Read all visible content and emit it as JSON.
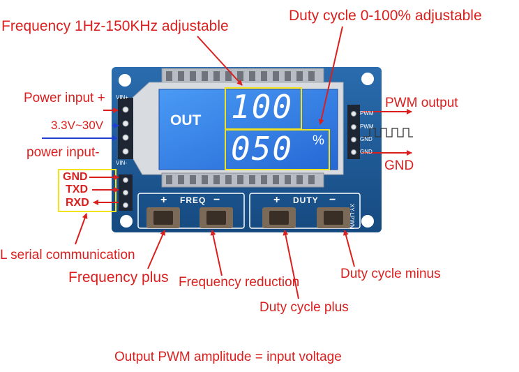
{
  "annotations": {
    "frequency_range": "Frequency 1Hz-150KHz adjustable",
    "duty_range": "Duty cycle 0-100% adjustable",
    "power_plus": "Power input +",
    "voltage_range": "3.3V~30V",
    "power_minus": "power input-",
    "pwm_output": "PWM output",
    "gnd_output": "GND",
    "pin_gnd": "GND",
    "pin_txd": "TXD",
    "pin_rxd": "RXD",
    "serial": "L serial communication",
    "freq_plus": "Frequency plus",
    "freq_reduction": "Frequency reduction",
    "duty_plus": "Duty cycle plus",
    "duty_minus": "Duty cycle minus",
    "footer": "Output PWM amplitude = input voltage"
  },
  "board": {
    "vin_plus": "VIN+",
    "vin_minus": "VIN-",
    "pin_pwm_1": "PWM",
    "pin_pwm_2": "PWM",
    "pin_gnd_1": "GND",
    "pin_gnd_2": "GND",
    "freq_section": "FREQ",
    "duty_section": "DUTY",
    "plus_sign": "+",
    "minus_sign": "−",
    "model": "XY-LPWM"
  },
  "lcd": {
    "label": "OUT",
    "freq_value": "100",
    "duty_value": "050",
    "percent": "%"
  },
  "colors": {
    "label_red": "#d9201e",
    "arrow_blue": "#1f3fd1",
    "pcb_blue": "#1f5c9a",
    "lcd_blue": "#2f7fe6",
    "highlight_yellow": "#f2e21b"
  }
}
